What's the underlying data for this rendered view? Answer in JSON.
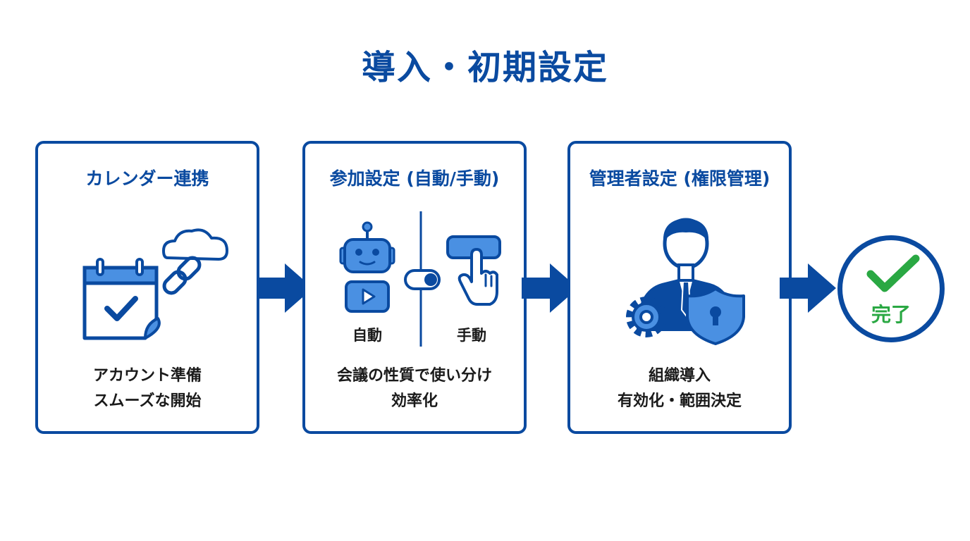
{
  "title": "導入・初期設定",
  "colors": {
    "primary": "#0a4aa0",
    "icon_fill": "#4a90e2",
    "success": "#2aa843"
  },
  "steps": [
    {
      "title": "カレンダー連携",
      "icons": [
        "calendar-check-icon",
        "cloud-link-icon"
      ],
      "desc": [
        "アカウント準備",
        "スムーズな開始"
      ]
    },
    {
      "title": "参加設定 (自動/手動)",
      "icons": [
        "robot-icon",
        "toggle-switch-icon",
        "hand-click-icon"
      ],
      "sublabels": {
        "auto": "自動",
        "manual": "手動"
      },
      "desc": [
        "会議の性質で使い分け",
        "効率化"
      ]
    },
    {
      "title": "管理者設定 (権限管理)",
      "icons": [
        "admin-person-icon",
        "gear-icon",
        "shield-lock-icon"
      ],
      "desc": [
        "組織導入",
        "有効化・範囲決定"
      ]
    }
  ],
  "completion": {
    "label": "完了",
    "icon": "checkmark-icon"
  }
}
